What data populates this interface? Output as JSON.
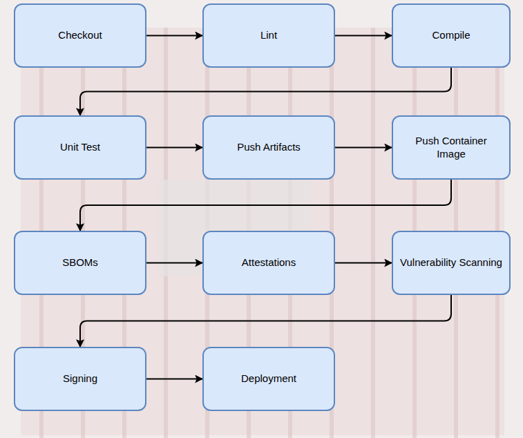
{
  "diagram": {
    "nodes": [
      {
        "text": [
          "Checkout"
        ]
      },
      {
        "text": [
          "Lint"
        ]
      },
      {
        "text": [
          "Compile"
        ]
      },
      {
        "text": [
          "Unit Test"
        ]
      },
      {
        "text": [
          "Push Artifacts"
        ]
      },
      {
        "text": [
          "Push Container Image"
        ]
      },
      {
        "text": [
          "SBOMs"
        ]
      },
      {
        "text": [
          "Attestations"
        ]
      },
      {
        "text": [
          "Vulnerability Scanning"
        ]
      },
      {
        "text": [
          "Signing"
        ]
      },
      {
        "text": [
          "Deployment"
        ]
      }
    ],
    "edges": [
      {
        "from": 0,
        "to": 1,
        "arrow": "to"
      },
      {
        "from": 1,
        "to": 2,
        "arrow": "to"
      },
      {
        "from": 2,
        "to": 3,
        "arrow": "to"
      },
      {
        "from": 3,
        "to": 4,
        "arrow": "to"
      },
      {
        "from": 4,
        "to": 5,
        "arrow": "to"
      },
      {
        "from": 5,
        "to": 6,
        "arrow": "to"
      },
      {
        "from": 6,
        "to": 7,
        "arrow": "to"
      },
      {
        "from": 7,
        "to": 8,
        "arrow": "to"
      },
      {
        "from": 8,
        "to": 9,
        "arrow": "to"
      },
      {
        "from": 9,
        "to": 10,
        "arrow": "to"
      }
    ]
  }
}
